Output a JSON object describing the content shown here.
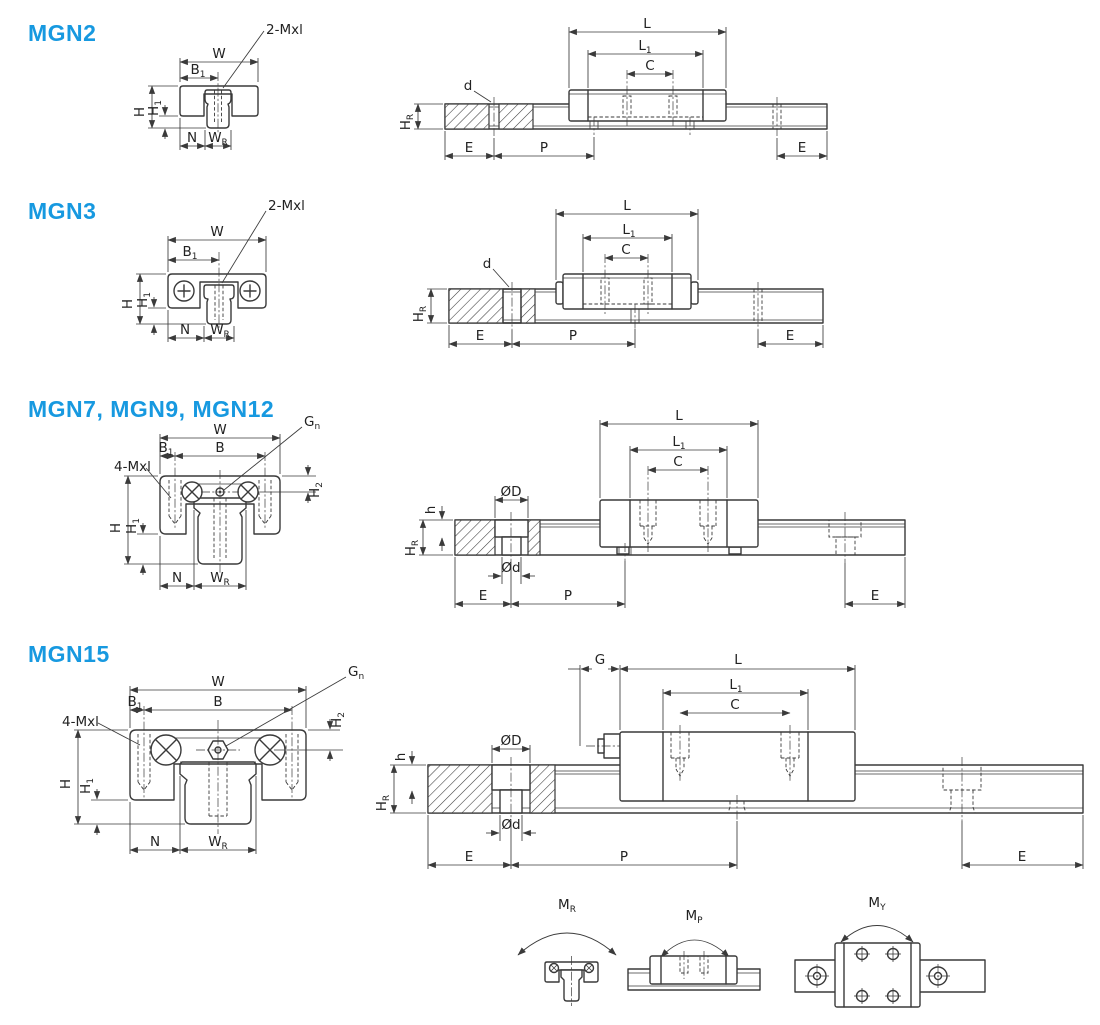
{
  "palette": {
    "accent": "#1799e0",
    "line": "#3a3a3a",
    "text": "#222222",
    "background": "#ffffff"
  },
  "sections": {
    "mgn2": {
      "title": "MGN2",
      "cross": {
        "w": "W",
        "b1": {
          "b": "B",
          "s": "1"
        },
        "mxl": "2-Mxl",
        "h": "H",
        "h1": {
          "b": "H",
          "s": "1"
        },
        "n": "N",
        "wr": {
          "b": "W",
          "s": "R"
        }
      },
      "side": {
        "l": "L",
        "l1": {
          "b": "L",
          "s": "1"
        },
        "c": "C",
        "d": "d",
        "hr": {
          "b": "H",
          "s": "R"
        },
        "e1": "E",
        "p": "P",
        "e2": "E"
      }
    },
    "mgn3": {
      "title": "MGN3",
      "cross": {
        "w": "W",
        "b1": {
          "b": "B",
          "s": "1"
        },
        "mxl": "2-Mxl",
        "h": "H",
        "h1": {
          "b": "H",
          "s": "1"
        },
        "n": "N",
        "wr": {
          "b": "W",
          "s": "R"
        }
      },
      "side": {
        "l": "L",
        "l1": {
          "b": "L",
          "s": "1"
        },
        "c": "C",
        "d": "d",
        "hr": {
          "b": "H",
          "s": "R"
        },
        "e1": "E",
        "p": "P",
        "e2": "E"
      }
    },
    "mgn7912": {
      "title": "MGN7, MGN9, MGN12",
      "cross": {
        "w": "W",
        "b1": {
          "b": "B",
          "s": "1"
        },
        "b": "B",
        "gn": {
          "b": "G",
          "s": "n"
        },
        "mxl": "4-Mxl",
        "h": "H",
        "h1": {
          "b": "H",
          "s": "1"
        },
        "h2": {
          "b": "H",
          "s": "2"
        },
        "n": "N",
        "wr": {
          "b": "W",
          "s": "R"
        }
      },
      "side": {
        "l": "L",
        "l1": {
          "b": "L",
          "s": "1"
        },
        "c": "C",
        "dia_big": "ØD",
        "dia_small": "Ød",
        "depth": "h",
        "hr": {
          "b": "H",
          "s": "R"
        },
        "e1": "E",
        "p": "P",
        "e2": "E"
      }
    },
    "mgn15": {
      "title": "MGN15",
      "cross": {
        "w": "W",
        "b1": {
          "b": "B",
          "s": "1"
        },
        "b": "B",
        "gn": {
          "b": "G",
          "s": "n"
        },
        "mxl": "4-Mxl",
        "h": "H",
        "h1": {
          "b": "H",
          "s": "1"
        },
        "h2": {
          "b": "H",
          "s": "2"
        },
        "n": "N",
        "wr": {
          "b": "W",
          "s": "R"
        }
      },
      "side": {
        "g": "G",
        "l": "L",
        "l1": {
          "b": "L",
          "s": "1"
        },
        "c": "C",
        "dia_big": "ØD",
        "dia_small": "Ød",
        "depth": "h",
        "hr": {
          "b": "H",
          "s": "R"
        },
        "e1": "E",
        "p": "P",
        "e2": "E"
      }
    },
    "moments": {
      "mr": {
        "b": "M",
        "s": "R"
      },
      "mp": {
        "b": "M",
        "s": "P"
      },
      "my": {
        "b": "M",
        "s": "Y"
      }
    }
  }
}
